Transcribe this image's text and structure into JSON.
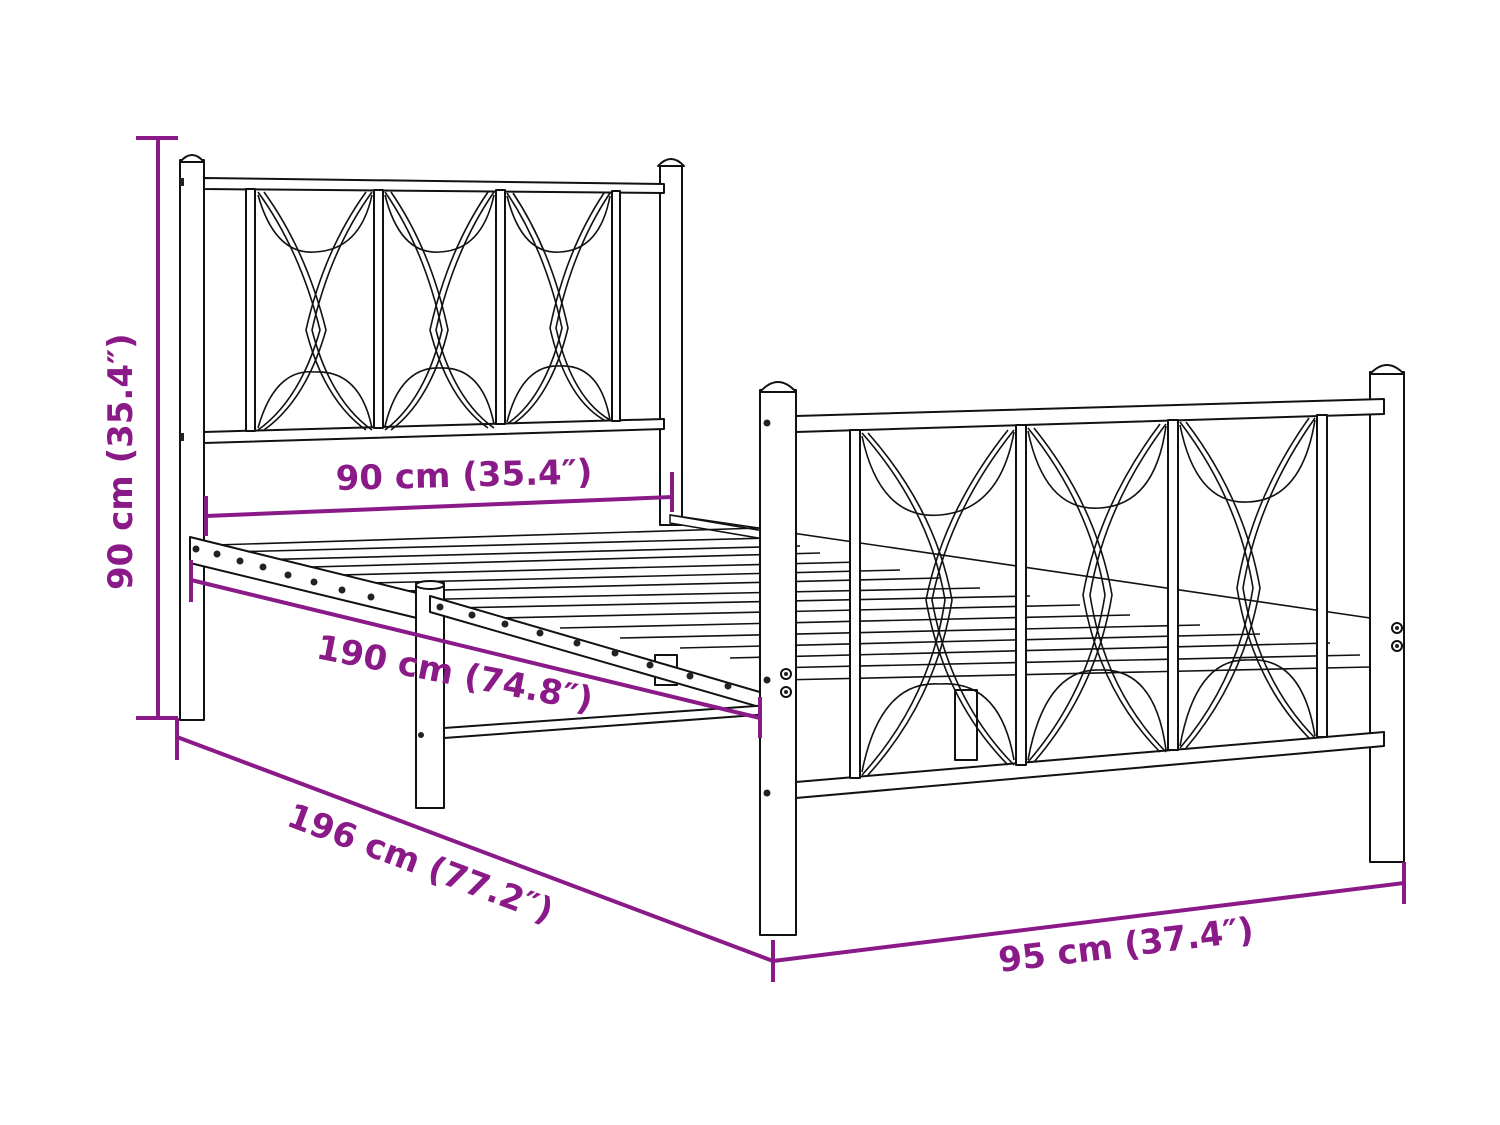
{
  "diagram": {
    "subject": "Metal single bed frame with headboard and footboard",
    "accent_color": "#8b1a89",
    "line_color": "#111111",
    "background": "#ffffff"
  },
  "dimensions": {
    "height": {
      "label": "90 cm (35.4″)",
      "value_cm": 90,
      "value_in": 35.4
    },
    "inner_width": {
      "label": "90 cm (35.4″)",
      "value_cm": 90,
      "value_in": 35.4
    },
    "inner_length": {
      "label": "190 cm (74.8″)",
      "value_cm": 190,
      "value_in": 74.8
    },
    "total_length": {
      "label": "196 cm (77.2″)",
      "value_cm": 196,
      "value_in": 77.2
    },
    "total_width": {
      "label": "95 cm (37.4″)",
      "value_cm": 95,
      "value_in": 37.4
    }
  }
}
